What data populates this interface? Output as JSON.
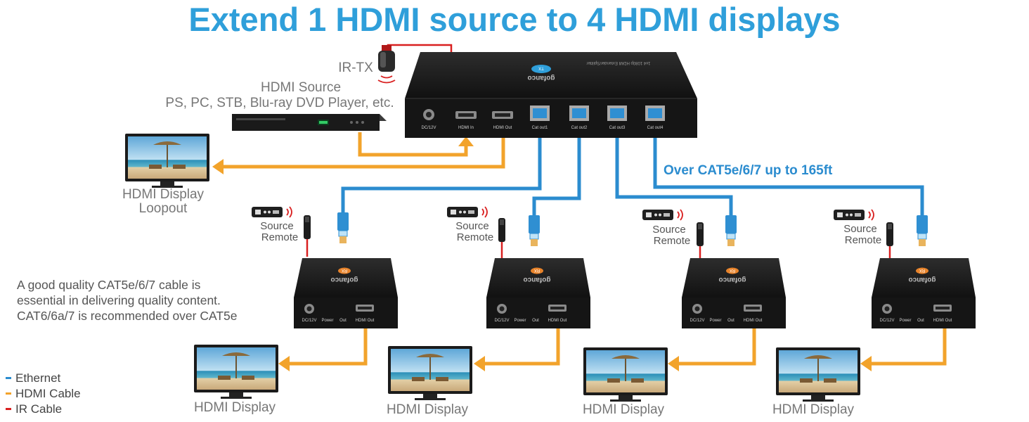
{
  "title": "Extend 1 HDMI source to 4 HDMI displays",
  "ir_tx_label": "IR-TX",
  "source": {
    "title": "HDMI Source",
    "subtitle": "PS, PC, STB, Blu-ray DVD Player, etc."
  },
  "loopout": {
    "line1": "HDMI Display",
    "line2": "Loopout"
  },
  "transmitter": {
    "badge": "TX",
    "brand": "gofanco",
    "model": "1x4 1080p HDMI Extender/Splitter",
    "ports": [
      "DC/12V",
      "HDMI In",
      "HDMI Out",
      "Cat out1",
      "Cat out2",
      "Cat out3",
      "Cat out4"
    ]
  },
  "cable_note": "Over CAT5e/6/7 up to 165ft",
  "remote_label": {
    "line1": "Source",
    "line2": "Remote"
  },
  "receiver": {
    "badge": "RX",
    "brand": "gofanco",
    "ports": [
      "DC/12V",
      "Power",
      "Out",
      "HDMI Out"
    ]
  },
  "display_label": "HDMI Display",
  "quality_note": [
    "A good quality CAT5e/6/7 cable is",
    "essential in delivering quality content.",
    "CAT6/6a/7 is recommended over CAT5e"
  ],
  "legend": [
    {
      "label": "Ethernet",
      "color": "#2b8ccf"
    },
    {
      "label": "HDMI Cable",
      "color": "#f2a32b"
    },
    {
      "label": "IR Cable",
      "color": "#d92020"
    }
  ],
  "colors": {
    "title_blue": "#2f9fda",
    "ethernet": "#2b8ccf",
    "hdmi": "#f2a32b",
    "ir": "#d92020"
  }
}
